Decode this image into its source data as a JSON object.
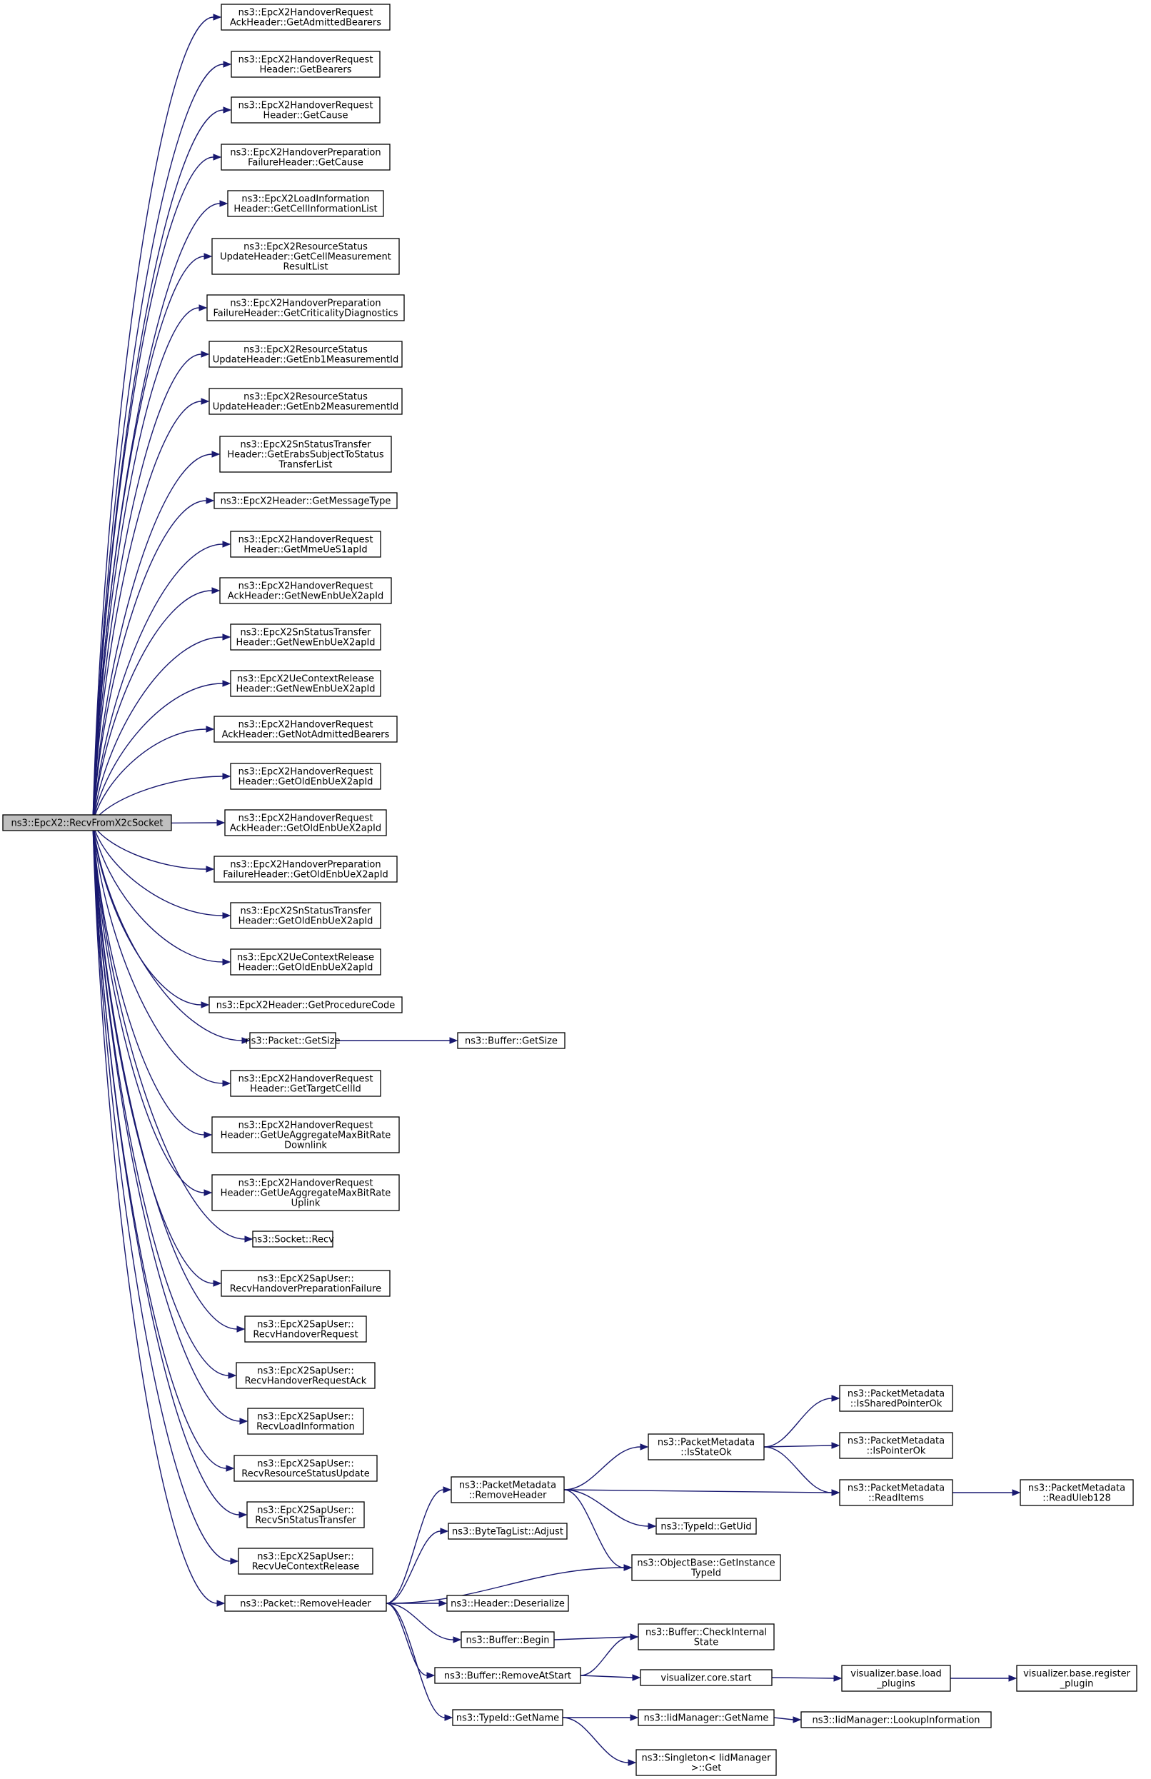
{
  "diagram": {
    "root": "n_root",
    "nodes": [
      {
        "id": "n_root",
        "lines": [
          "ns3::EpcX2::RecvFromX2cSocket"
        ]
      },
      {
        "id": "n1",
        "lines": [
          "ns3::EpcX2HandoverRequest",
          "AckHeader::GetAdmittedBearers"
        ]
      },
      {
        "id": "n2",
        "lines": [
          "ns3::EpcX2HandoverRequest",
          "Header::GetBearers"
        ]
      },
      {
        "id": "n3",
        "lines": [
          "ns3::EpcX2HandoverRequest",
          "Header::GetCause"
        ]
      },
      {
        "id": "n4",
        "lines": [
          "ns3::EpcX2HandoverPreparation",
          "FailureHeader::GetCause"
        ]
      },
      {
        "id": "n5",
        "lines": [
          "ns3::EpcX2LoadInformation",
          "Header::GetCellInformationList"
        ]
      },
      {
        "id": "n6",
        "lines": [
          "ns3::EpcX2ResourceStatus",
          "UpdateHeader::GetCellMeasurement",
          "ResultList"
        ]
      },
      {
        "id": "n7",
        "lines": [
          "ns3::EpcX2HandoverPreparation",
          "FailureHeader::GetCriticalityDiagnostics"
        ]
      },
      {
        "id": "n8",
        "lines": [
          "ns3::EpcX2ResourceStatus",
          "UpdateHeader::GetEnb1MeasurementId"
        ]
      },
      {
        "id": "n9",
        "lines": [
          "ns3::EpcX2ResourceStatus",
          "UpdateHeader::GetEnb2MeasurementId"
        ]
      },
      {
        "id": "n10",
        "lines": [
          "ns3::EpcX2SnStatusTransfer",
          "Header::GetErabsSubjectToStatus",
          "TransferList"
        ]
      },
      {
        "id": "n11",
        "lines": [
          "ns3::EpcX2Header::GetMessageType"
        ]
      },
      {
        "id": "n12",
        "lines": [
          "ns3::EpcX2HandoverRequest",
          "Header::GetMmeUeS1apId"
        ]
      },
      {
        "id": "n13",
        "lines": [
          "ns3::EpcX2HandoverRequest",
          "AckHeader::GetNewEnbUeX2apId"
        ]
      },
      {
        "id": "n14",
        "lines": [
          "ns3::EpcX2SnStatusTransfer",
          "Header::GetNewEnbUeX2apId"
        ]
      },
      {
        "id": "n15",
        "lines": [
          "ns3::EpcX2UeContextRelease",
          "Header::GetNewEnbUeX2apId"
        ]
      },
      {
        "id": "n16",
        "lines": [
          "ns3::EpcX2HandoverRequest",
          "AckHeader::GetNotAdmittedBearers"
        ]
      },
      {
        "id": "n17",
        "lines": [
          "ns3::EpcX2HandoverRequest",
          "Header::GetOldEnbUeX2apId"
        ]
      },
      {
        "id": "n18",
        "lines": [
          "ns3::EpcX2HandoverRequest",
          "AckHeader::GetOldEnbUeX2apId"
        ]
      },
      {
        "id": "n19",
        "lines": [
          "ns3::EpcX2HandoverPreparation",
          "FailureHeader::GetOldEnbUeX2apId"
        ]
      },
      {
        "id": "n20",
        "lines": [
          "ns3::EpcX2SnStatusTransfer",
          "Header::GetOldEnbUeX2apId"
        ]
      },
      {
        "id": "n21",
        "lines": [
          "ns3::EpcX2UeContextRelease",
          "Header::GetOldEnbUeX2apId"
        ]
      },
      {
        "id": "n22",
        "lines": [
          "ns3::EpcX2Header::GetProcedureCode"
        ]
      },
      {
        "id": "n23",
        "lines": [
          "ns3::Packet::GetSize"
        ]
      },
      {
        "id": "n24",
        "lines": [
          "ns3::EpcX2HandoverRequest",
          "Header::GetTargetCellId"
        ]
      },
      {
        "id": "n25",
        "lines": [
          "ns3::EpcX2HandoverRequest",
          "Header::GetUeAggregateMaxBitRate",
          "Downlink"
        ]
      },
      {
        "id": "n26",
        "lines": [
          "ns3::EpcX2HandoverRequest",
          "Header::GetUeAggregateMaxBitRate",
          "Uplink"
        ]
      },
      {
        "id": "n27",
        "lines": [
          "ns3::Socket::Recv"
        ]
      },
      {
        "id": "n28",
        "lines": [
          "ns3::EpcX2SapUser::",
          "RecvHandoverPreparationFailure"
        ]
      },
      {
        "id": "n29",
        "lines": [
          "ns3::EpcX2SapUser::",
          "RecvHandoverRequest"
        ]
      },
      {
        "id": "n30",
        "lines": [
          "ns3::EpcX2SapUser::",
          "RecvHandoverRequestAck"
        ]
      },
      {
        "id": "n31",
        "lines": [
          "ns3::EpcX2SapUser::",
          "RecvLoadInformation"
        ]
      },
      {
        "id": "n32",
        "lines": [
          "ns3::EpcX2SapUser::",
          "RecvResourceStatusUpdate"
        ]
      },
      {
        "id": "n33",
        "lines": [
          "ns3::EpcX2SapUser::",
          "RecvSnStatusTransfer"
        ]
      },
      {
        "id": "n34",
        "lines": [
          "ns3::EpcX2SapUser::",
          "RecvUeContextRelease"
        ]
      },
      {
        "id": "n35",
        "lines": [
          "ns3::Packet::RemoveHeader"
        ]
      },
      {
        "id": "b_getsize",
        "lines": [
          "ns3::Buffer::GetSize"
        ]
      },
      {
        "id": "pm_remove",
        "lines": [
          "ns3::PacketMetadata",
          "::RemoveHeader"
        ]
      },
      {
        "id": "btl_adjust",
        "lines": [
          "ns3::ByteTagList::Adjust"
        ]
      },
      {
        "id": "hdr_deser",
        "lines": [
          "ns3::Header::Deserialize"
        ]
      },
      {
        "id": "buf_begin",
        "lines": [
          "ns3::Buffer::Begin"
        ]
      },
      {
        "id": "buf_rmstart",
        "lines": [
          "ns3::Buffer::RemoveAtStart"
        ]
      },
      {
        "id": "tid_getname",
        "lines": [
          "ns3::TypeId::GetName"
        ]
      },
      {
        "id": "pm_isstate",
        "lines": [
          "ns3::PacketMetadata",
          "::IsStateOk"
        ]
      },
      {
        "id": "tid_getuid",
        "lines": [
          "ns3::TypeId::GetUid"
        ]
      },
      {
        "id": "ob_gettid",
        "lines": [
          "ns3::ObjectBase::GetInstance",
          "TypeId"
        ]
      },
      {
        "id": "buf_check",
        "lines": [
          "ns3::Buffer::CheckInternal",
          "State"
        ]
      },
      {
        "id": "viz_start",
        "lines": [
          "visualizer.core.start"
        ]
      },
      {
        "id": "iid_getname",
        "lines": [
          "ns3::IidManager::GetName"
        ]
      },
      {
        "id": "singleton",
        "lines": [
          "ns3::Singleton< IidManager",
          " >::Get"
        ]
      },
      {
        "id": "pm_shared",
        "lines": [
          "ns3::PacketMetadata",
          "::IsSharedPointerOk"
        ]
      },
      {
        "id": "pm_ptr",
        "lines": [
          "ns3::PacketMetadata",
          "::IsPointerOk"
        ]
      },
      {
        "id": "pm_read",
        "lines": [
          "ns3::PacketMetadata",
          "::ReadItems"
        ]
      },
      {
        "id": "viz_load",
        "lines": [
          "visualizer.base.load",
          "_plugins"
        ]
      },
      {
        "id": "iid_lookup",
        "lines": [
          "ns3::IidManager::LookupInformation"
        ]
      },
      {
        "id": "pm_uleb",
        "lines": [
          "ns3::PacketMetadata",
          "::ReadUleb128"
        ]
      },
      {
        "id": "viz_reg",
        "lines": [
          "visualizer.base.register",
          "_plugin"
        ]
      }
    ],
    "edges": [
      [
        "n_root",
        "n1"
      ],
      [
        "n_root",
        "n2"
      ],
      [
        "n_root",
        "n3"
      ],
      [
        "n_root",
        "n4"
      ],
      [
        "n_root",
        "n5"
      ],
      [
        "n_root",
        "n6"
      ],
      [
        "n_root",
        "n7"
      ],
      [
        "n_root",
        "n8"
      ],
      [
        "n_root",
        "n9"
      ],
      [
        "n_root",
        "n10"
      ],
      [
        "n_root",
        "n11"
      ],
      [
        "n_root",
        "n12"
      ],
      [
        "n_root",
        "n13"
      ],
      [
        "n_root",
        "n14"
      ],
      [
        "n_root",
        "n15"
      ],
      [
        "n_root",
        "n16"
      ],
      [
        "n_root",
        "n17"
      ],
      [
        "n_root",
        "n18"
      ],
      [
        "n_root",
        "n19"
      ],
      [
        "n_root",
        "n20"
      ],
      [
        "n_root",
        "n21"
      ],
      [
        "n_root",
        "n22"
      ],
      [
        "n_root",
        "n23"
      ],
      [
        "n_root",
        "n24"
      ],
      [
        "n_root",
        "n25"
      ],
      [
        "n_root",
        "n26"
      ],
      [
        "n_root",
        "n27"
      ],
      [
        "n_root",
        "n28"
      ],
      [
        "n_root",
        "n29"
      ],
      [
        "n_root",
        "n30"
      ],
      [
        "n_root",
        "n31"
      ],
      [
        "n_root",
        "n32"
      ],
      [
        "n_root",
        "n33"
      ],
      [
        "n_root",
        "n34"
      ],
      [
        "n_root",
        "n35"
      ],
      [
        "n23",
        "b_getsize"
      ],
      [
        "n35",
        "pm_remove"
      ],
      [
        "n35",
        "btl_adjust"
      ],
      [
        "n35",
        "ob_gettid"
      ],
      [
        "n35",
        "hdr_deser"
      ],
      [
        "n35",
        "buf_begin"
      ],
      [
        "n35",
        "buf_rmstart"
      ],
      [
        "n35",
        "tid_getname"
      ],
      [
        "pm_remove",
        "pm_isstate"
      ],
      [
        "pm_remove",
        "pm_read"
      ],
      [
        "pm_remove",
        "tid_getuid"
      ],
      [
        "pm_remove",
        "ob_gettid"
      ],
      [
        "pm_isstate",
        "pm_shared"
      ],
      [
        "pm_isstate",
        "pm_ptr"
      ],
      [
        "pm_isstate",
        "pm_read"
      ],
      [
        "pm_read",
        "pm_uleb"
      ],
      [
        "buf_begin",
        "buf_check"
      ],
      [
        "buf_rmstart",
        "buf_check"
      ],
      [
        "buf_rmstart",
        "viz_start"
      ],
      [
        "viz_start",
        "viz_load"
      ],
      [
        "viz_load",
        "viz_reg"
      ],
      [
        "tid_getname",
        "iid_getname"
      ],
      [
        "tid_getname",
        "singleton"
      ],
      [
        "iid_getname",
        "iid_lookup"
      ]
    ]
  }
}
